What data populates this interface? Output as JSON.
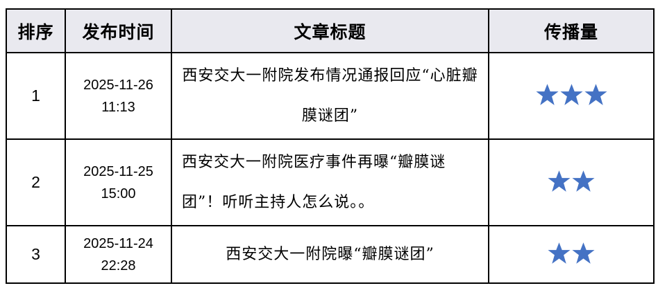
{
  "headers": [
    "排序",
    "发布时间",
    "文章标题",
    "传播量"
  ],
  "rows": [
    {
      "rank": "1",
      "date": "2025-11-26",
      "time": "11:13",
      "title": "西安交大一附院发布情况通报回应“心脏瓣膜谜团”",
      "stars": 3
    },
    {
      "rank": "2",
      "date": "2025-11-25",
      "time": "15:00",
      "title": "西安交大一附院医疗事件再曝“瓣膜谜团”！听听主持人怎么说。。",
      "stars": 2
    },
    {
      "rank": "3",
      "date": "2025-11-24",
      "time": "22:28",
      "title": "西安交大一附院曝“瓣膜谜团”",
      "stars": 2
    }
  ],
  "colors": {
    "star": "#4472c4",
    "header_bg": "#e9e9ef"
  }
}
